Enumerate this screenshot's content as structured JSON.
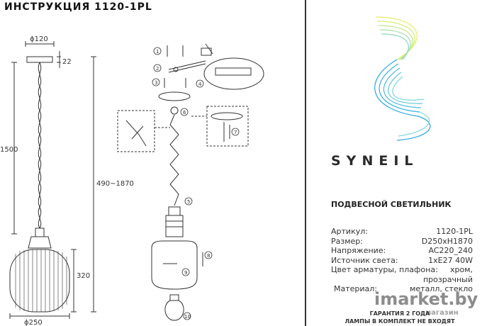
{
  "header": {
    "title": "ИНСТРУКЦИЯ 1120-1PL"
  },
  "dimensions": {
    "top_width": "ϕ120",
    "canopy_height": "22",
    "chain_length": "1500",
    "total_height": "490~1870",
    "shade_height": "320",
    "shade_width": "ϕ250"
  },
  "steps": [
    "1",
    "2",
    "3",
    "4",
    "5",
    "6",
    "7",
    "8",
    "9",
    "10"
  ],
  "brand": {
    "name": "SYNEIL"
  },
  "product": {
    "type": "ПОДВЕСНОЙ СВЕТИЛЬНИК"
  },
  "specs": [
    {
      "label": "Артикул:",
      "value": "1120-1PL"
    },
    {
      "label": "Размер:",
      "value": "D250xH1870"
    },
    {
      "label": "Напряжение:",
      "value": "AC220_240"
    },
    {
      "label": "Источник света:",
      "value": "1xE27 40W"
    },
    {
      "label": "Цвет арматуры, плафона:",
      "value": "хром,"
    },
    {
      "label": "",
      "value": "прозрачный"
    },
    {
      "label": "Материал:",
      "value": "металл, стекло"
    }
  ],
  "footer": {
    "line1": "ГАРАНТИЯ 2 ГОДА",
    "line2": "ЛАМПЫ В КОМПЛЕКТ НЕ ВХОДЯТ"
  },
  "watermark": {
    "text": "imarket.by",
    "sub": "магазин"
  },
  "colors": {
    "line": "#333333",
    "logo_yellow": "#e6ec6a",
    "logo_blue": "#2ea8e0",
    "logo_cyan": "#7fd6df"
  }
}
